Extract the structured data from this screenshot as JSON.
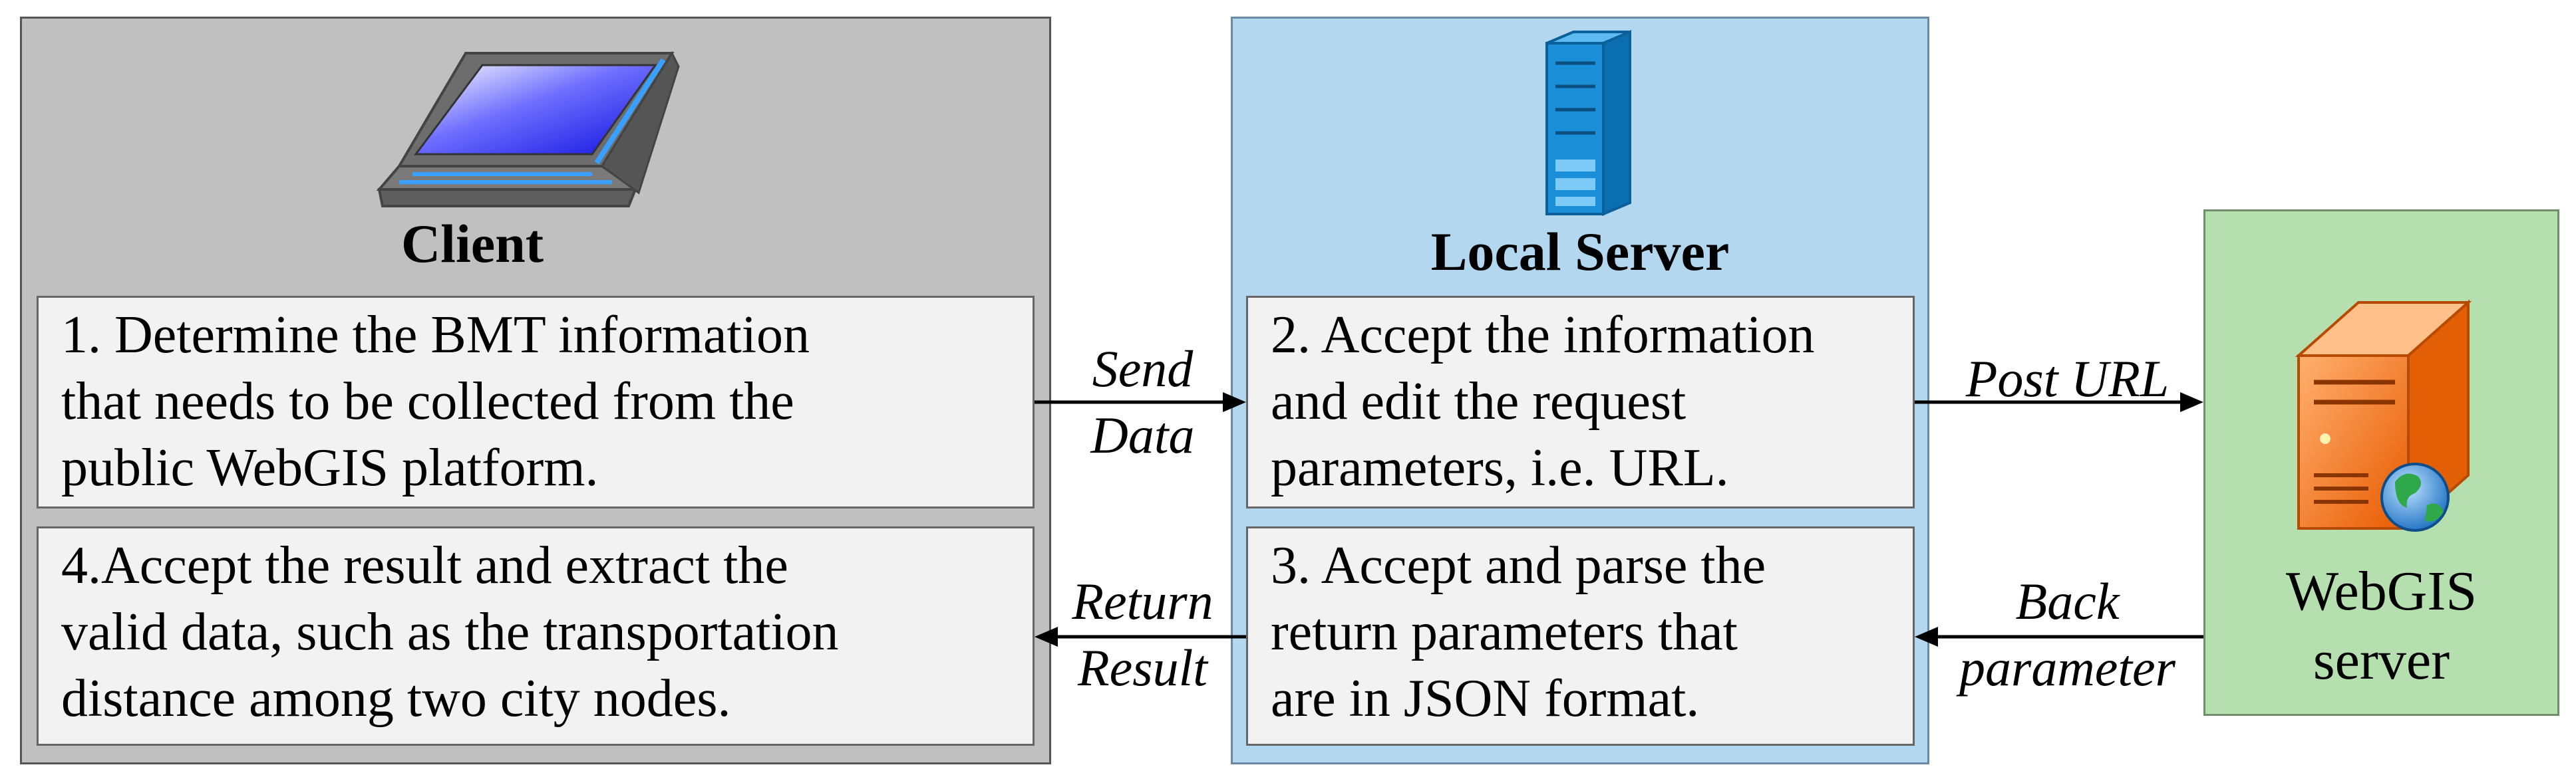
{
  "colors": {
    "client_bg": "#c0c0c0",
    "local_server_bg": "#b3d7ef",
    "webgis_bg": "#b6dfb0",
    "box_bg": "#f2f2f2"
  },
  "client": {
    "icon": "laptop-icon",
    "title": "Client",
    "step1": [
      "1. Determine the BMT information",
      "that needs to be collected from the",
      "public WebGIS platform."
    ],
    "step4": [
      "4.Accept the result and extract the",
      "valid data, such as the transportation",
      "distance among two city nodes."
    ]
  },
  "local_server": {
    "icon": "server-tower-icon",
    "title": "Local Server",
    "step2": [
      "2. Accept the information",
      "and edit the request",
      "parameters, i.e. URL."
    ],
    "step3": [
      "3. Accept and parse the",
      "return parameters that",
      "are in JSON format."
    ]
  },
  "webgis": {
    "icon": "web-server-globe-icon",
    "title": [
      "WebGIS",
      "server"
    ]
  },
  "arrows": {
    "send_data": [
      "Send",
      "Data"
    ],
    "return_result": [
      "Return",
      "Result"
    ],
    "post_url": "Post URL",
    "back_parameter": [
      "Back",
      "parameter"
    ]
  }
}
